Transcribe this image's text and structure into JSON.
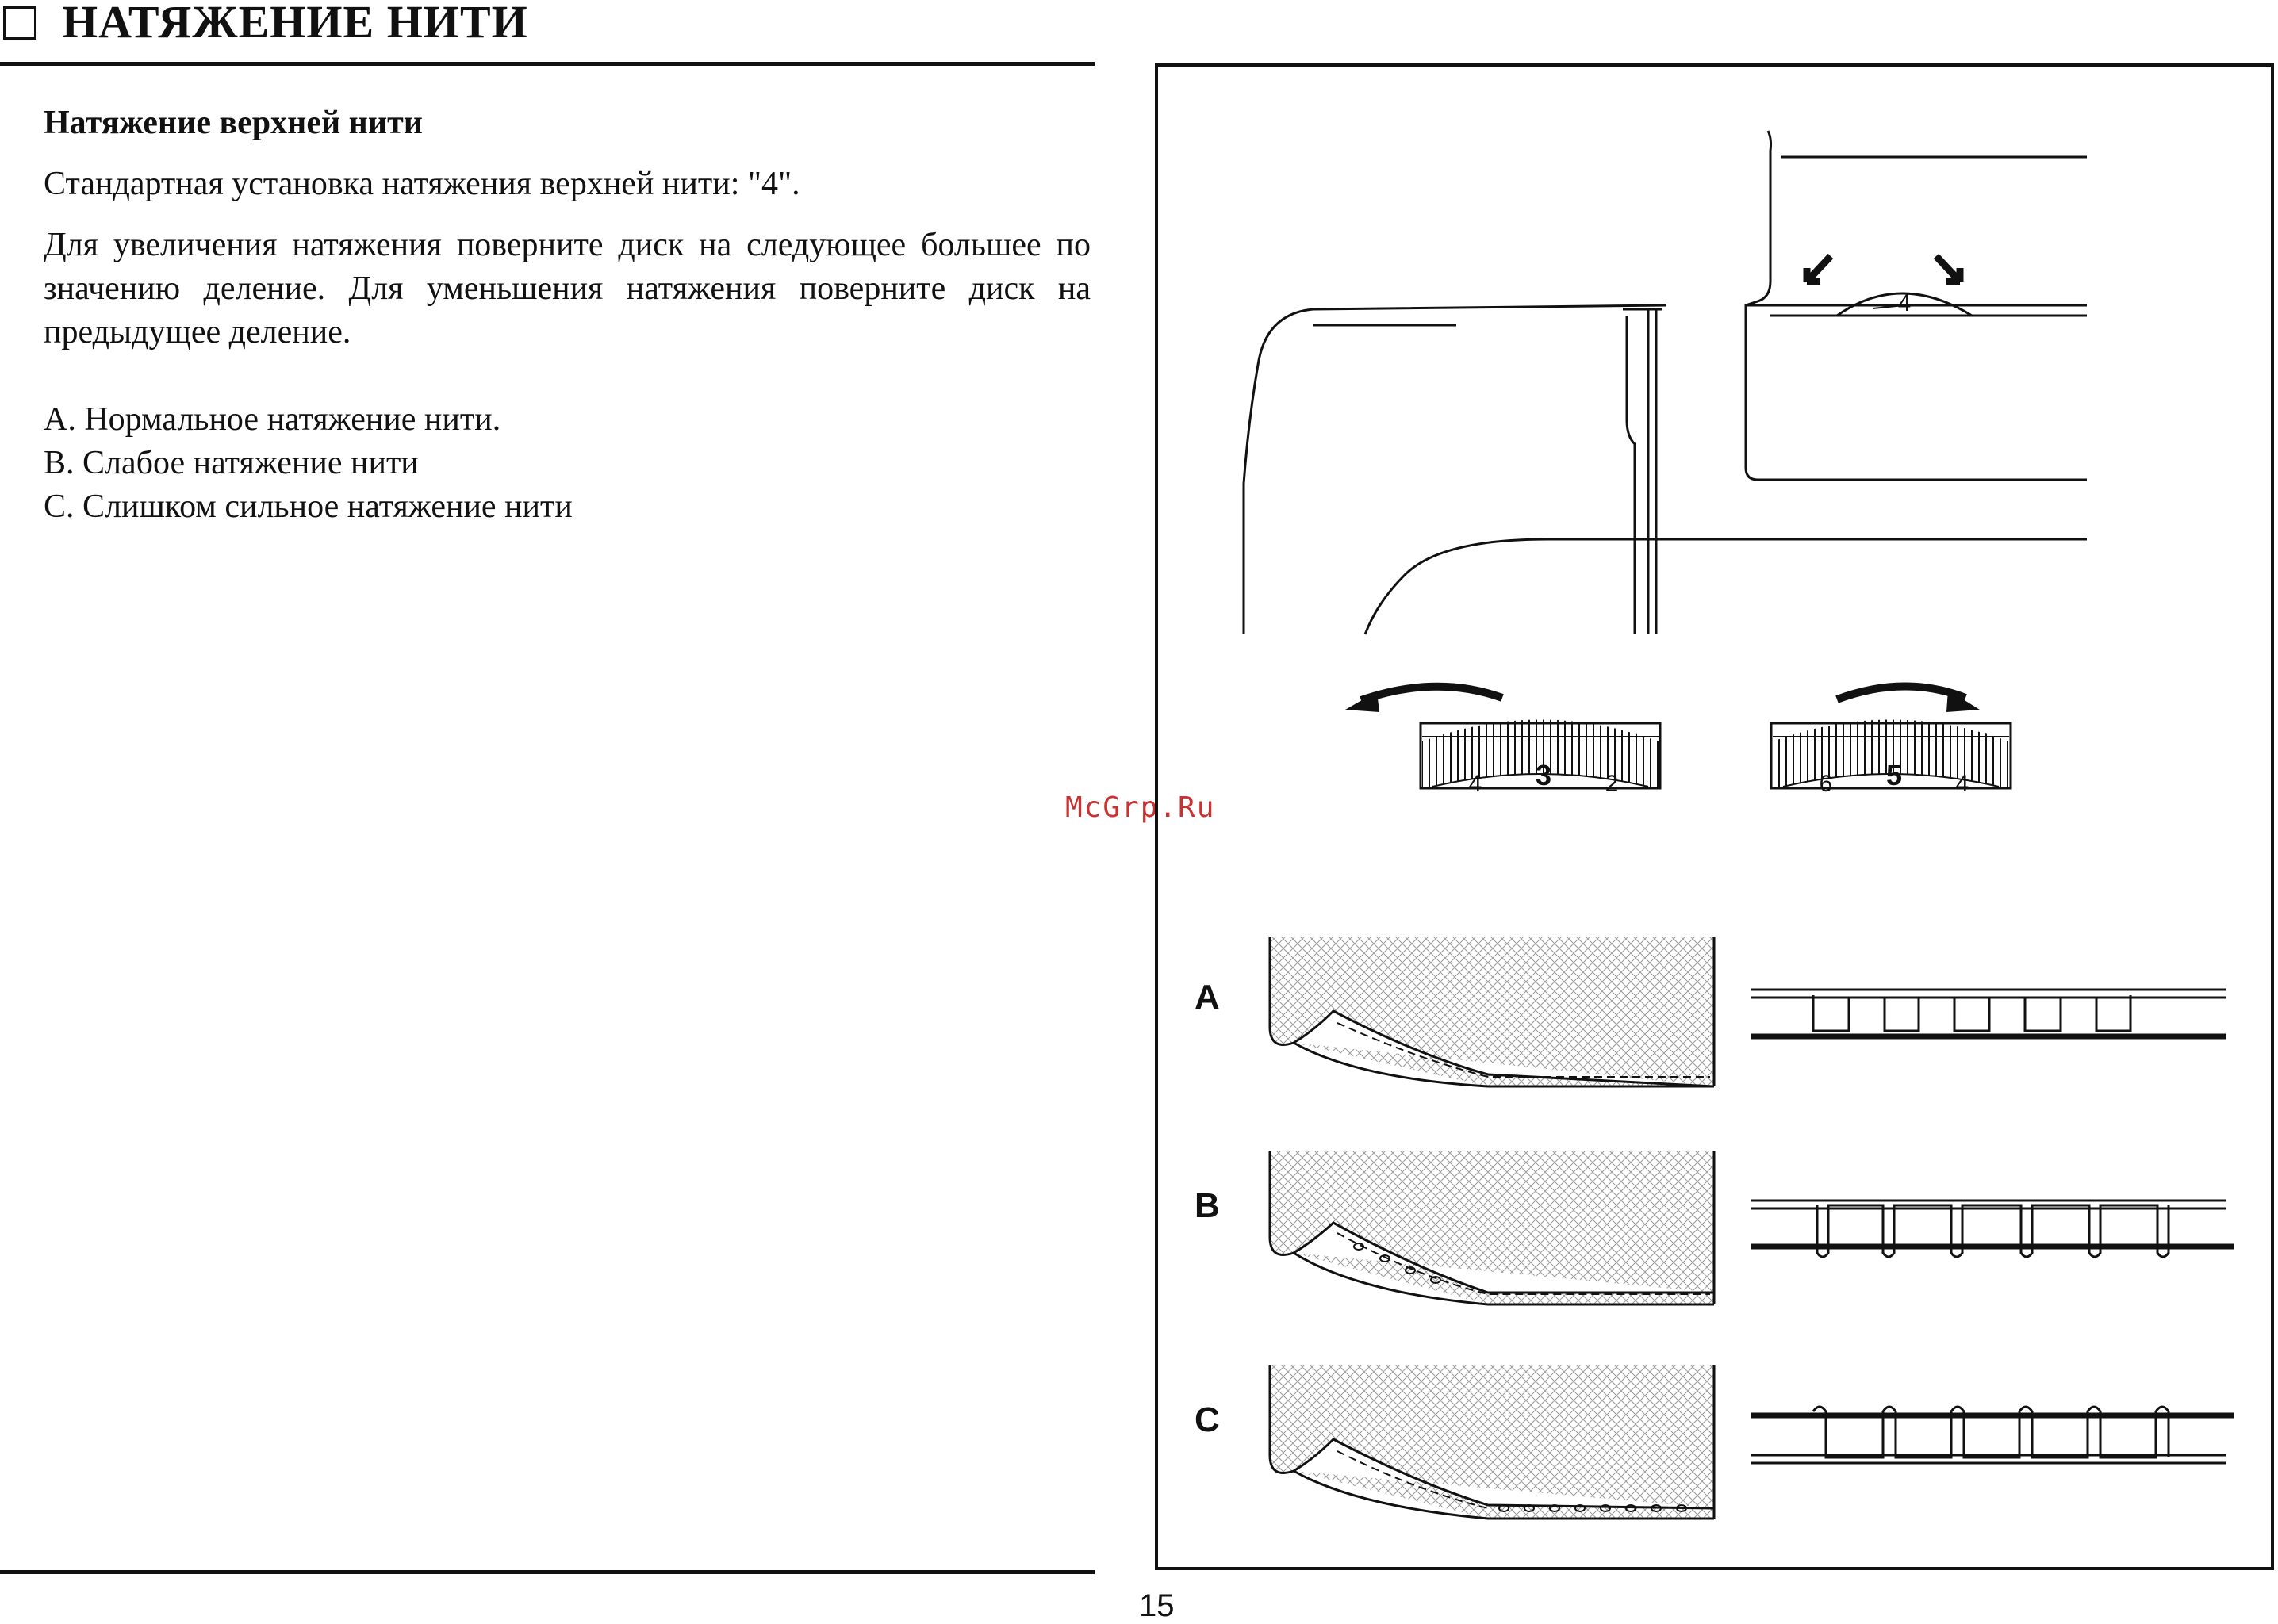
{
  "header": {
    "title": "НАТЯЖЕНИЕ НИТИ"
  },
  "content": {
    "subheading": "Натяжение верхней нити",
    "para1": "Стандартная установка натяжения верхней нити: \"4\".",
    "para2": "Для увеличения натяжения поверните диск на следующее большее по значению деление. Для уменьшения натяжения поверните диск на предыдущее деление.",
    "list": [
      "A. Нормальное натяжение нити.",
      "B. Слабое натяжение нити",
      "C. Слишком сильное натяжение нити"
    ]
  },
  "figure": {
    "machine_dial_value": "4",
    "dial_left": {
      "values": [
        "4",
        "3",
        "2"
      ]
    },
    "dial_right": {
      "values": [
        "6",
        "5",
        "4"
      ]
    },
    "rows": [
      {
        "label": "A",
        "state": "normal"
      },
      {
        "label": "B",
        "state": "loose"
      },
      {
        "label": "C",
        "state": "tight"
      }
    ]
  },
  "watermark": "McGrp.Ru",
  "page_number": "15"
}
